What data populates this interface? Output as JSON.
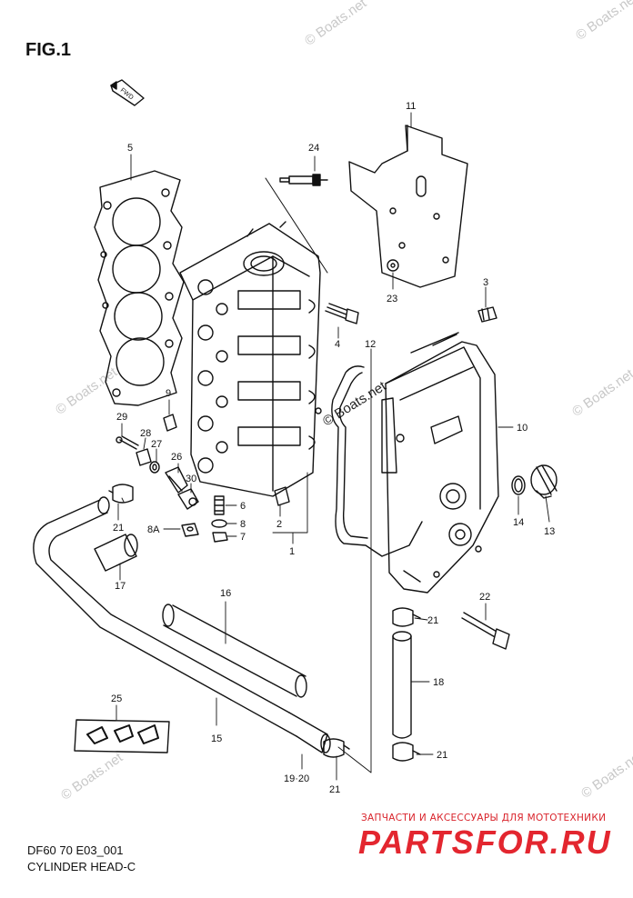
{
  "header": {
    "fig_title": "FIG.1"
  },
  "footer": {
    "model_code": "DF60 70 E03_001",
    "section_name": "CYLINDER HEAD-C"
  },
  "store": {
    "tagline": "ЗАПЧАСТИ И АКСЕССУАРЫ ДЛЯ МОТОТЕХНИКИ",
    "logo_text": "PARTSFOR.RU",
    "logo_color": "#e3262f"
  },
  "watermark": {
    "text": "© Boats.net",
    "color": "#c8c8c8"
  },
  "fwd_label": "FWD",
  "callouts": {
    "c1": "1",
    "c2": "2",
    "c3": "3",
    "c4": "4",
    "c5": "5",
    "c6": "6",
    "c7": "7",
    "c8": "8",
    "c8a": "8A",
    "c9": "9",
    "c10": "10",
    "c11": "11",
    "c12": "12",
    "c13": "13",
    "c14": "14",
    "c15": "15",
    "c16": "16",
    "c17": "17",
    "c18": "18",
    "c1920": "19·20",
    "c21a": "21",
    "c21b": "21",
    "c21c": "21",
    "c21d": "21",
    "c22": "22",
    "c23": "23",
    "c24": "24",
    "c25": "25",
    "c26": "26",
    "c27": "27",
    "c28": "28",
    "c29": "29",
    "c30": "30"
  }
}
